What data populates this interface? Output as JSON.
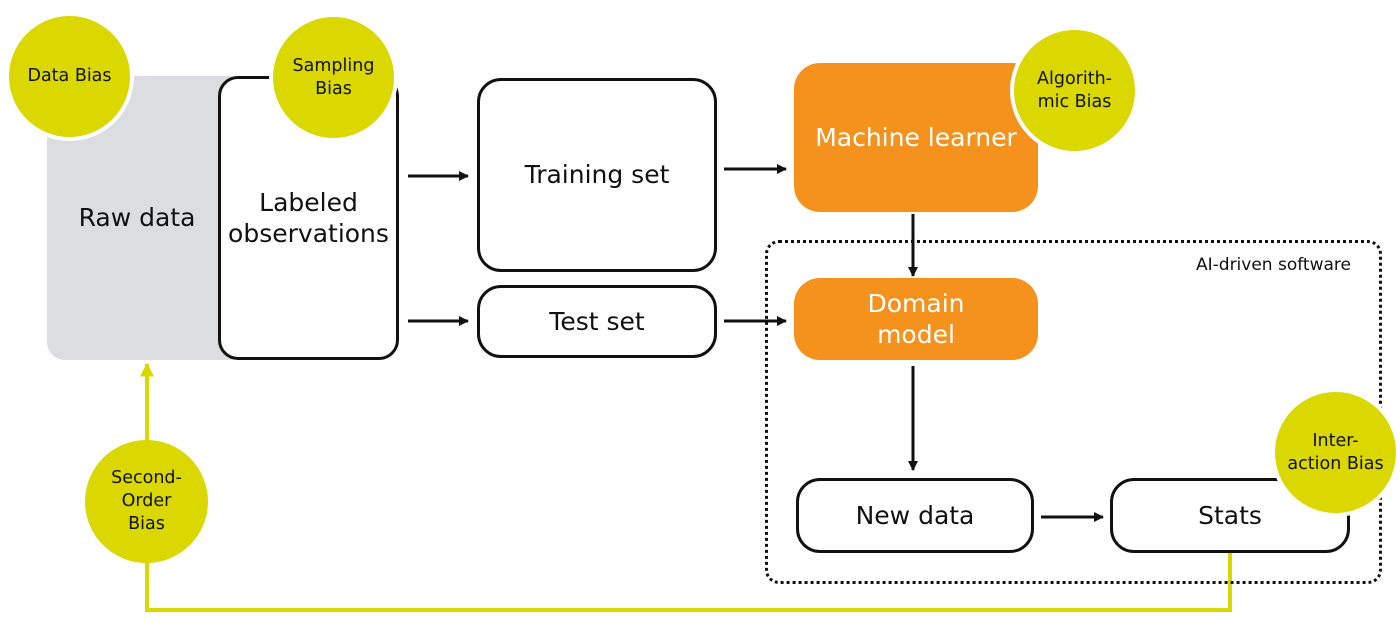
{
  "nodes": {
    "raw_data": "Raw data",
    "labeled_observations": "Labeled\nobservations",
    "training_set": "Training set",
    "test_set": "Test set",
    "machine_learner": "Machine learner",
    "domain_model": "Domain\nmodel",
    "new_data": "New data",
    "stats": "Stats"
  },
  "biases": {
    "data_bias": "Data Bias",
    "sampling_bias": "Sampling\nBias",
    "algorithmic_bias": "Algorith-\nmic Bias",
    "interaction_bias": "Inter-\naction Bias",
    "second_order_bias": "Second-\nOrder\nBias"
  },
  "group_label": "AI-driven software",
  "colors": {
    "bias_bubble": "#dad800",
    "feedback_line": "#dad800",
    "model_box": "#f5921e",
    "raw_data_box": "#dcdde0",
    "stroke": "#111111"
  },
  "edges": [
    {
      "from": "labeled_observations",
      "to": "training_set"
    },
    {
      "from": "labeled_observations",
      "to": "test_set"
    },
    {
      "from": "training_set",
      "to": "machine_learner"
    },
    {
      "from": "test_set",
      "to": "domain_model"
    },
    {
      "from": "machine_learner",
      "to": "domain_model"
    },
    {
      "from": "domain_model",
      "to": "new_data"
    },
    {
      "from": "new_data",
      "to": "stats"
    },
    {
      "from": "stats",
      "to": "raw_data",
      "style": "feedback"
    }
  ]
}
